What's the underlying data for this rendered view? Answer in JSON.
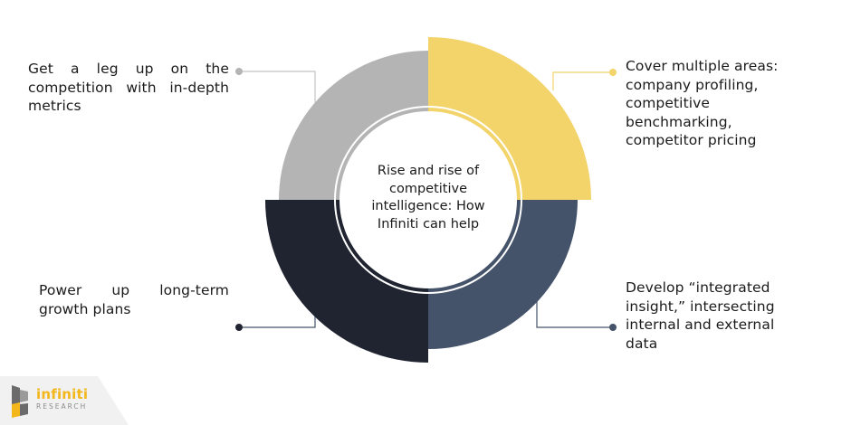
{
  "colors": {
    "segment_top_left": "#b4b4b4",
    "segment_top_right": "#f2d46b",
    "segment_bottom_right": "#44536a",
    "segment_bottom_left": "#1f2430",
    "center_fill": "#ffffff",
    "logo_accent": "#f3b61b",
    "logo_bg": "#f1f1f1"
  },
  "center": {
    "title": "Rise and rise of competitive intelligence: How Infiniti can help"
  },
  "segments": [
    {
      "position": "top-left",
      "color": "#b4b4b4",
      "label": "Get a leg up on the competition with in-depth metrics"
    },
    {
      "position": "top-right",
      "color": "#f2d46b",
      "label": "Cover multiple areas: company profiling, competitive benchmarking, competitor pricing"
    },
    {
      "position": "bottom-right",
      "color": "#44536a",
      "label": "Develop “integrated insight,” intersecting internal and external data"
    },
    {
      "position": "bottom-left",
      "color": "#1f2430",
      "label": "Power up long-term growth plans"
    }
  ],
  "logo": {
    "name": "infiniti",
    "sub": "RESEARCH"
  }
}
